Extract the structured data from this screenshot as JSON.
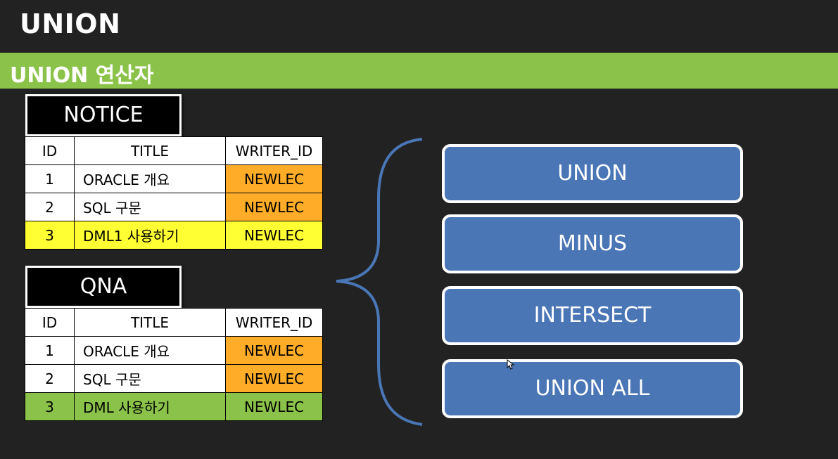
{
  "slide": {
    "title": "UNION"
  },
  "section": {
    "title": "UNION 연산자"
  },
  "notice": {
    "label": "NOTICE",
    "headers": [
      "ID",
      "TITLE",
      "WRITER_ID"
    ],
    "rows": [
      {
        "id": "1",
        "title": "ORACLE 개요",
        "writer": "NEWLEC",
        "highlight": "orange"
      },
      {
        "id": "2",
        "title": "SQL 구문",
        "writer": "NEWLEC",
        "highlight": "orange"
      },
      {
        "id": "3",
        "title": "DML1 사용하기",
        "writer": "NEWLEC",
        "highlight": "yellow"
      }
    ]
  },
  "qna": {
    "label": "QNA",
    "headers": [
      "ID",
      "TITLE",
      "WRITER_ID"
    ],
    "rows": [
      {
        "id": "1",
        "title": "ORACLE 개요",
        "writer": "NEWLEC",
        "highlight": "orange"
      },
      {
        "id": "2",
        "title": "SQL 구문",
        "writer": "NEWLEC",
        "highlight": "orange"
      },
      {
        "id": "3",
        "title": "DML 사용하기",
        "writer": "NEWLEC",
        "highlight": "green"
      }
    ]
  },
  "operators": [
    "UNION",
    "MINUS",
    "INTERSECT",
    "UNION ALL"
  ],
  "colors": {
    "background": "#222222",
    "section_bar": "#8bc34a",
    "orange": "#ffad28",
    "yellow": "#ffff33",
    "green": "#8bc34a",
    "button": "#4a76b6",
    "brace": "#4a76b6"
  },
  "icons": {
    "brace": "curly-brace-icon",
    "cursor": "mouse-cursor-icon"
  }
}
